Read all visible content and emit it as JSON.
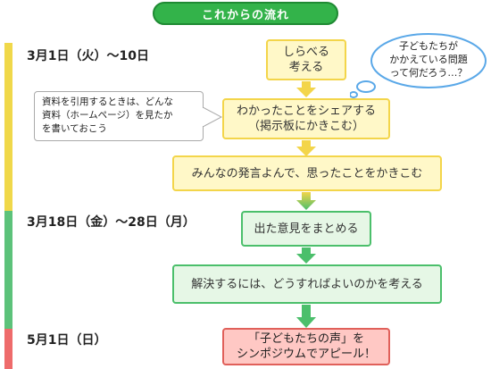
{
  "title": "これからの流れ",
  "dates": {
    "d1": "3月1日（火）～10日",
    "d2": "3月18日（金）～28日（月）",
    "d3": "5月1日（日）"
  },
  "boxes": {
    "b1": "しらべる\n考える",
    "b2": "わかったことをシェアする\n（掲示板にかきこむ）",
    "b3": "みんなの発言よんで、思ったことをかきこむ",
    "b4": "出た意見をまとめる",
    "b5": "解決するには、どうすればよいのかを考える",
    "b6": "「子どもたちの声」を\nシンポジウムでアピール！"
  },
  "callout": "資料を引用するときは、どんな\n資料（ホームページ）を見たか\nを書いておこう",
  "cloud": "子どもたちが\nかかえている問題\nって何だろう…？",
  "colors": {
    "title_green": "#33b34a",
    "yellow_border": "#f3d54a",
    "green_border": "#4bbf6b",
    "red_border": "#e0605a",
    "arrow_yellow": "#f3d54a",
    "arrow_green": "#4bbf6b",
    "cloud_border": "#5aa8e8"
  }
}
